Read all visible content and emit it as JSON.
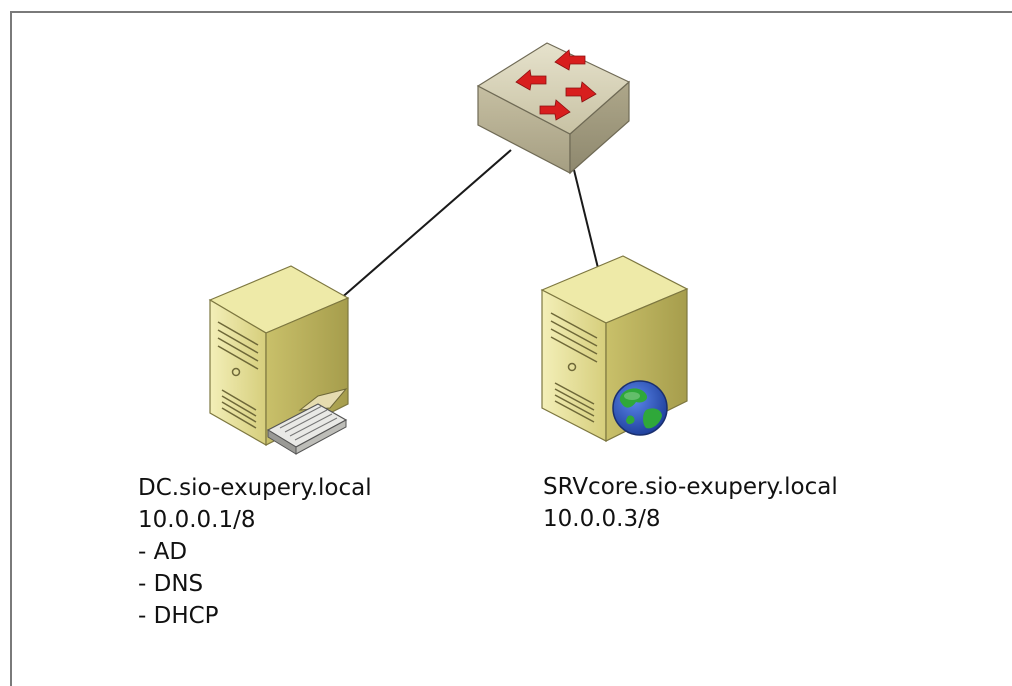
{
  "diagram": {
    "nodes": {
      "switch": {
        "icon": "network-switch-icon"
      },
      "dc": {
        "icon": "tower-server-icon",
        "overlay_icon": "keyboard-icon",
        "hostname": "DC.sio-exupery.local",
        "ip": "10.0.0.1/8",
        "roles": [
          "- AD",
          "- DNS",
          "- DHCP"
        ]
      },
      "srv": {
        "icon": "tower-server-icon",
        "overlay_icon": "globe-icon",
        "hostname": "SRVcore.sio-exupery.local",
        "ip": "10.0.0.3/8"
      }
    },
    "links": [
      {
        "from": "switch",
        "to": "dc"
      },
      {
        "from": "switch",
        "to": "srv"
      }
    ],
    "colors": {
      "server_body": "#e8e29a",
      "server_side": "#b9b160",
      "switch_top": "#d9d4b8",
      "switch_side": "#a8a188",
      "arrow": "#d81e1e",
      "link": "#1a1a1a",
      "globe_ocean": "#2e5cc8",
      "globe_land": "#2fa83a"
    }
  }
}
